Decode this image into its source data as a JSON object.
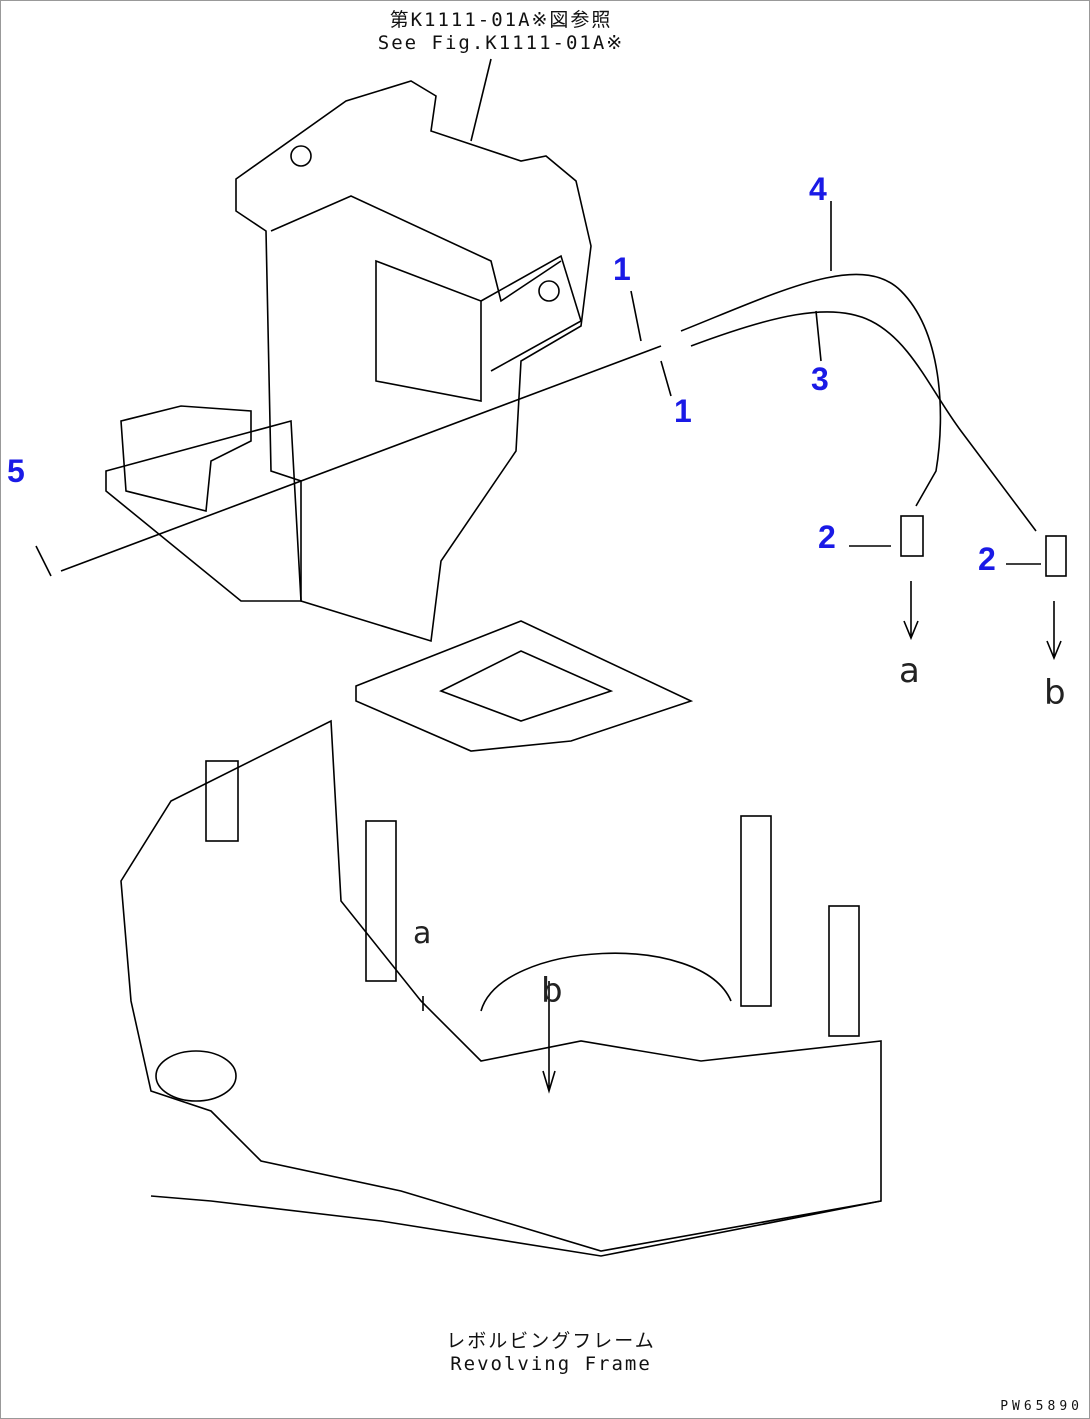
{
  "reference": {
    "jp": "第K1111-01A※図参照",
    "en": "See Fig.K1111-01A※"
  },
  "callouts": [
    "1",
    "1",
    "2",
    "2",
    "3",
    "4",
    "5"
  ],
  "flow_letters": {
    "a": "a",
    "b": "b"
  },
  "frame_letters": {
    "a": "a",
    "b": "b"
  },
  "frame_label": {
    "jp": "レボルビングフレーム",
    "en": "Revolving Frame"
  },
  "drawing_code": "PW65890",
  "colors": {
    "callout": "#1a1ae6",
    "line": "#000000"
  }
}
